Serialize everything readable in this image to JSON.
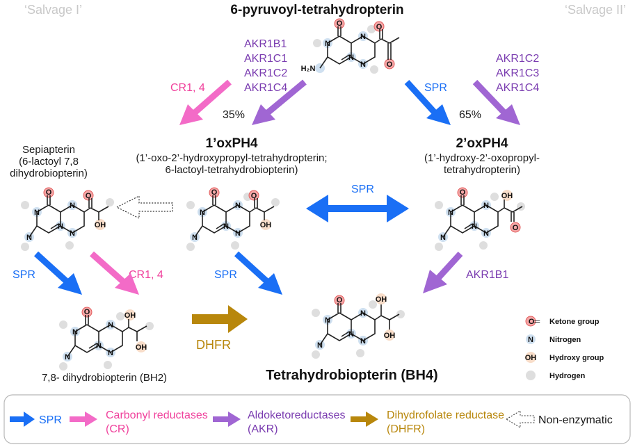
{
  "salvage_left": "‘Salvage I’",
  "salvage_right": "‘Salvage II’",
  "top_compound": "6-pyruvoyl-tetrahydropterin",
  "akr_left": [
    "AKR1B1",
    "AKR1C1",
    "AKR1C2",
    "AKR1C4"
  ],
  "akr_right": [
    "AKR1C2",
    "AKR1C3",
    "AKR1C4"
  ],
  "cr_top": "CR1, 4",
  "spr_top": "SPR",
  "pct_left": "35%",
  "pct_right": "65%",
  "sepiapterin": [
    "Sepiapterin",
    "(6-lactoyl 7,8",
    "dihydrobiopterin)"
  ],
  "oxph4_1": {
    "title": "1’oxPH4",
    "sub": [
      "(1’-oxo-2’-hydroxypropyl-tetrahydropterin;",
      "6-lactoyl-tetrahydrobiopterin)"
    ]
  },
  "oxph4_2": {
    "title": "2’oxPH4",
    "sub": [
      "(1’-hydroxy-2’-oxopropyl-",
      "tetrahydropterin)"
    ]
  },
  "spr_mid": "SPR",
  "spr_left_low": "SPR",
  "cr_left_low": "CR1, 4",
  "spr_center_low": "SPR",
  "akr_right_low": "AKR1B1",
  "dhfr": "DHFR",
  "bh2": "7,8- dihydrobiopterin (BH2)",
  "bh4": "Tetrahydrobiopterin (BH4)",
  "atoms": {
    "O": "O",
    "N": "N",
    "NH": "H",
    "H2N": "H₂N",
    "OH": "OH"
  },
  "key": {
    "ketone": "Ketone group",
    "nitrogen": "Nitrogen",
    "hydroxy": "Hydroxy group",
    "hydrogen": "Hydrogen",
    "ketone_symbol": "O═",
    "nitrogen_symbol": "N",
    "hydroxy_symbol": "OH"
  },
  "legend": {
    "spr": "SPR",
    "cr": [
      "Carbonyl reductases",
      "(CR)"
    ],
    "akr": [
      "Aldoketoreductases",
      "(AKR)"
    ],
    "dhfr": [
      "Dihydrofolate reductase",
      "(DHFR)"
    ],
    "non": "Non-enzymatic"
  },
  "colors": {
    "spr": "#1a6ff5",
    "cr": "#f36bc7",
    "akr": "#a066d3",
    "dhfr": "#b8870c",
    "ketone": "#f4a6a6",
    "nitrogen": "#cfe0f0",
    "hydroxy": "#f8ddc9",
    "hydrogen": "#dedede"
  }
}
